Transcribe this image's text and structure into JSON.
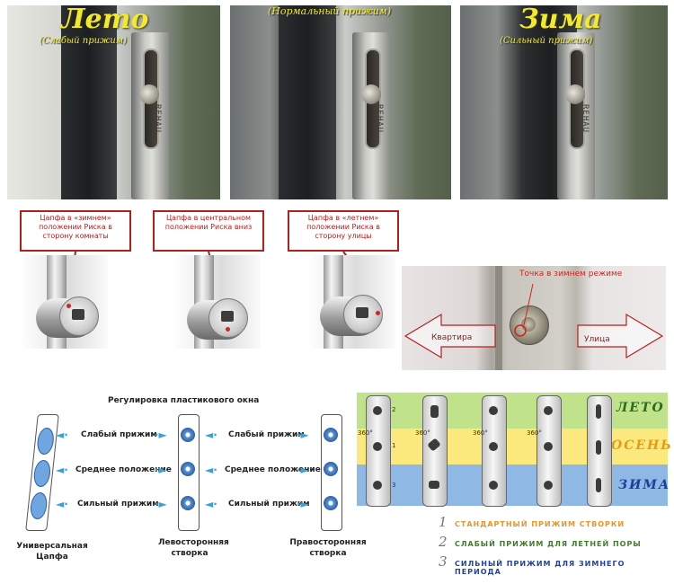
{
  "top_photos": [
    {
      "title": "Лето",
      "subtitle": "(Слабый прижим)",
      "brand": "REHAU"
    },
    {
      "title": "",
      "subtitle": "(Нормальный прижим)",
      "brand": "REHAU"
    },
    {
      "title": "Зима",
      "subtitle": "(Сильный прижим)",
      "brand": "REHAU"
    }
  ],
  "trunnions": [
    {
      "callout": "Цапфа в «зимнем» положении Риска в сторону комнаты"
    },
    {
      "callout": "Цапфа в центральном положении Риска вниз"
    },
    {
      "callout": "Цапфа в «летнем» положении Риска в сторону улицы"
    }
  ],
  "outdoor": {
    "point_label": "Точка в зимнем режиме",
    "left_arrow": "Квартира",
    "right_arrow": "Улица"
  },
  "diagram": {
    "title": "Регулировка пластикового окна",
    "positions": [
      "Слабый прижим",
      "Среднее положение",
      "Сильный прижим"
    ],
    "captions": [
      "Универсальная Цапфа",
      "Левосторонняя створка",
      "Правосторонняя створка"
    ]
  },
  "table": {
    "bands": [
      {
        "label": "ЛЕТО",
        "num": "2",
        "color": "#bfe28a",
        "text_color": "#2c6b1d"
      },
      {
        "label": "ОСЕНЬ",
        "num": "1",
        "color": "#fbe97e",
        "text_color": "#e59b17"
      },
      {
        "label": "ЗИМА",
        "num": "3",
        "color": "#8fb8e4",
        "text_color": "#1a3f9c"
      }
    ],
    "angle": "360°",
    "legend": [
      {
        "num": "1",
        "text": "СТАНДАРТНЫЙ ПРИЖИМ СТВОРКИ",
        "color": "#e8952a"
      },
      {
        "num": "2",
        "text": "СЛАБЫЙ ПРИЖИМ ДЛЯ ЛЕТНЕЙ ПОРЫ",
        "color": "#3f7c2a"
      },
      {
        "num": "3",
        "text": "СИЛЬНЫЙ ПРИЖИМ ДЛЯ ЗИМНЕГО ПЕРИОДА",
        "color": "#23429b"
      }
    ]
  },
  "colors": {
    "callout_red": "#b3211e",
    "title_yellow": "#f3ea25",
    "arrow_blue": "#3aa0d6"
  }
}
